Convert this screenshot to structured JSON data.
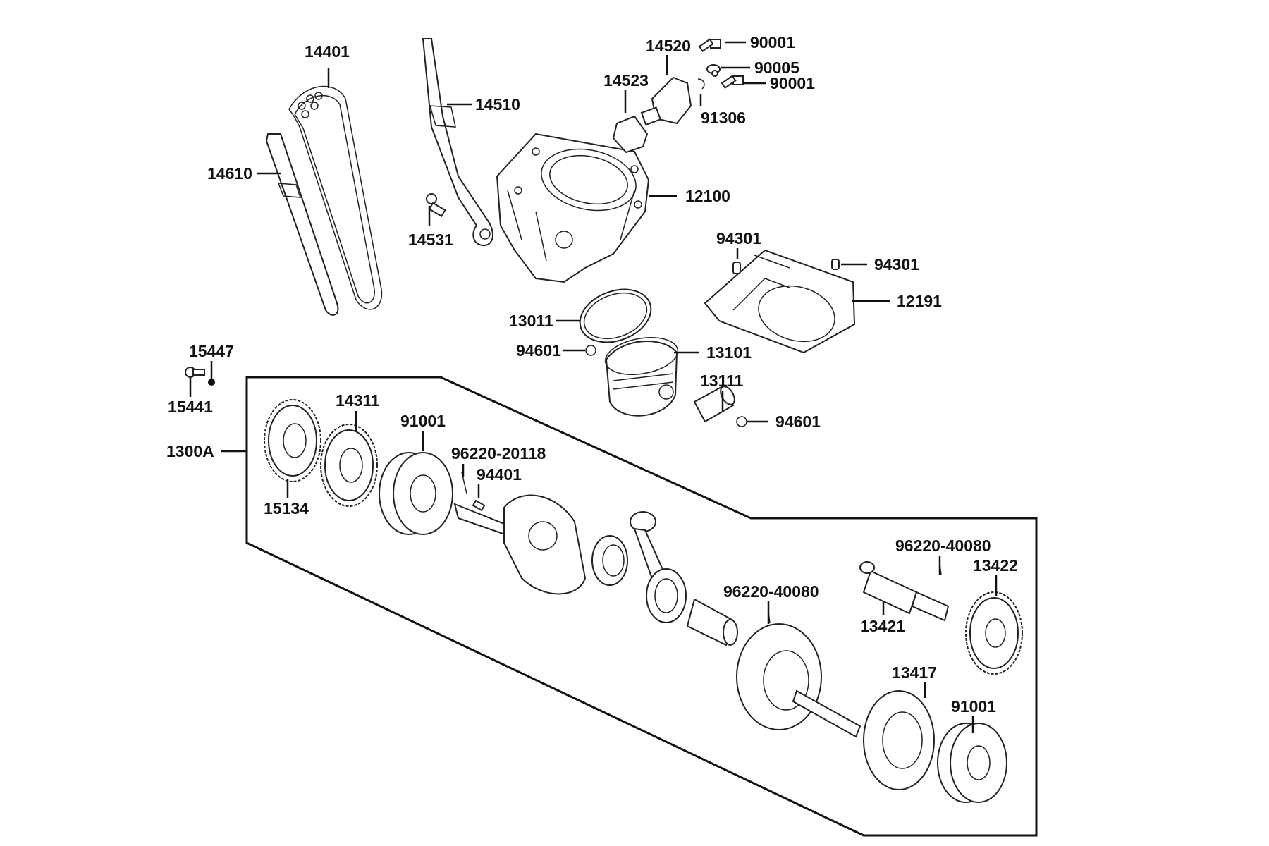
{
  "diagram": {
    "type": "exploded-parts-diagram",
    "colors": {
      "line": "#111111",
      "background": "#ffffff"
    },
    "labels": {
      "p14401": "14401",
      "p14510": "14510",
      "p14520": "14520",
      "p90001a": "90001",
      "p90005": "90005",
      "p90001b": "90001",
      "p14523": "14523",
      "p91306": "91306",
      "p14610": "14610",
      "p12100": "12100",
      "p14531": "14531",
      "p94301a": "94301",
      "p94301b": "94301",
      "p12191": "12191",
      "p13011": "13011",
      "p94601a": "94601",
      "p13101": "13101",
      "p13111": "13111",
      "p94601b": "94601",
      "p15447": "15447",
      "p15441": "15441",
      "p14311": "14311",
      "p91001a": "91001",
      "p96220_20118": "96220-20118",
      "p94401": "94401",
      "p1300A": "1300A",
      "p15134": "15134",
      "p96220_40080a": "96220-40080",
      "p13422": "13422",
      "p96220_40080b": "96220-40080",
      "p13421": "13421",
      "p13417": "13417",
      "p91001b": "91001"
    }
  }
}
